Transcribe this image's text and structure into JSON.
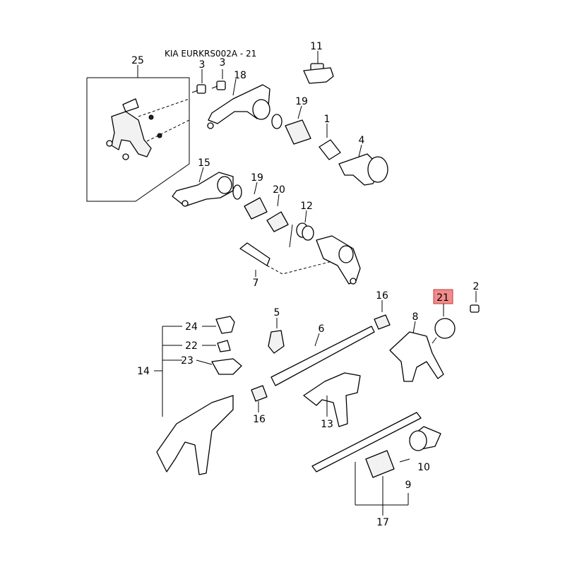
{
  "title": "KIA EURKRS002A - 21",
  "highlight_color": "#f28b8b",
  "callouts": {
    "c1": "1",
    "c2": "2",
    "c3a": "3",
    "c3b": "3",
    "c4": "4",
    "c5": "5",
    "c6": "6",
    "c7": "7",
    "c8": "8",
    "c9": "9",
    "c10": "10",
    "c11": "11",
    "c12": "12",
    "c13": "13",
    "c14": "14",
    "c15": "15",
    "c16a": "16",
    "c16b": "16",
    "c17": "17",
    "c18": "18",
    "c19a": "19",
    "c19b": "19",
    "c20": "20",
    "c21": "21",
    "c22": "22",
    "c23": "23",
    "c24": "24",
    "c25": "25"
  },
  "highlighted_part": "21"
}
